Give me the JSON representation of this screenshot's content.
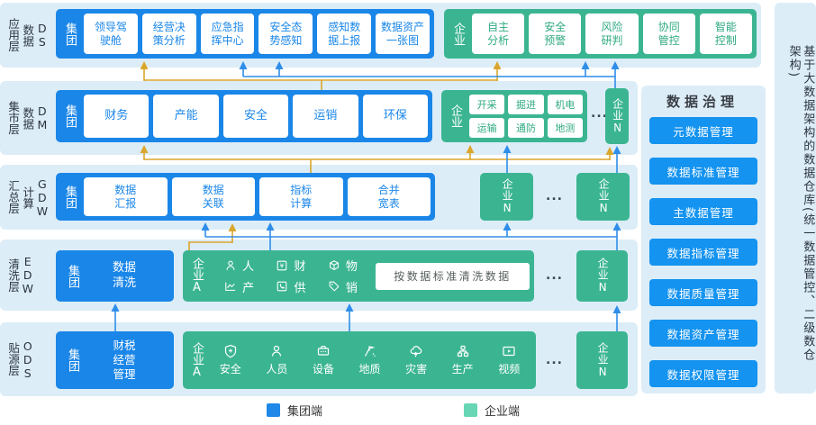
{
  "legend": {
    "group": {
      "label": "集团端",
      "color": "#1f88e8"
    },
    "enterprise": {
      "label": "企业端",
      "color": "#66d6b5"
    }
  },
  "side_note": "基于大数据架构的数据仓库(统一数据管控、二级数仓架构)",
  "governance": {
    "title": "数据治理",
    "buttons": [
      "元数据管理",
      "数据标准管理",
      "主数据管理",
      "数据指标管理",
      "数据质量管理",
      "数据资产管理",
      "数据权限管理"
    ]
  },
  "colors": {
    "group_blue": "#1a86e8",
    "enterprise_green": "#3bb591",
    "band": "#dcedf8",
    "arrow_blue": "#2e8ee9",
    "arrow_yellow": "#dba62c"
  },
  "layers": {
    "ds": {
      "side": [
        "应用层",
        "数据",
        "DS"
      ],
      "group_label": "集团",
      "group_items": [
        "领导驾\n驶舱",
        "经营决\n策分析",
        "应急指\n挥中心",
        "安全态\n势感知",
        "感知数\n据上报",
        "数据资产\n一张图"
      ],
      "ent_label": "企业",
      "ent_items": [
        "自主\n分析",
        "安全\n预警",
        "风险\n研判",
        "协同\n管控",
        "智能\n控制"
      ]
    },
    "dm": {
      "side": [
        "集市层",
        "数据",
        "DM"
      ],
      "group_label": "集团",
      "group_items": [
        "财务",
        "产能",
        "安全",
        "运销",
        "环保"
      ],
      "ent_label": "企业",
      "ent_items": [
        "开采",
        "掘进",
        "机电",
        "运输",
        "通防",
        "地测"
      ],
      "ellipsis": "...",
      "ent_n": "企业N"
    },
    "gdw": {
      "side": [
        "汇总层",
        "计算",
        "GDW"
      ],
      "group_label": "集团",
      "group_items": [
        "数据\n汇报",
        "数据\n关联",
        "指标\n计算",
        "合并\n宽表"
      ],
      "ent_n1": "企业N",
      "ellipsis": "...",
      "ent_n2": "企业N"
    },
    "edw": {
      "side": [
        "清洗层",
        "EDW"
      ],
      "group_label": "集团",
      "group_box": "数据\n清洗",
      "ent_label": "企业A",
      "items": [
        {
          "icon": "person-icon",
          "label": "人"
        },
        {
          "icon": "chart-icon",
          "label": "产"
        },
        {
          "icon": "safe-icon",
          "label": "财"
        },
        {
          "icon": "telephone-icon",
          "label": "供"
        },
        {
          "icon": "cube-icon",
          "label": "物"
        },
        {
          "icon": "tag-icon",
          "label": "销"
        }
      ],
      "note": "按数据标准清洗数据",
      "ellipsis": "...",
      "ent_n": "企业N"
    },
    "ods": {
      "side": [
        "贴源层",
        "ODS"
      ],
      "group_label": "集团",
      "group_box": "财税\n经营\n管理",
      "ent_label": "企业A",
      "items": [
        {
          "icon": "shield-plus-icon",
          "label": "安全"
        },
        {
          "icon": "person-icon",
          "label": "人员"
        },
        {
          "icon": "device-icon",
          "label": "设备"
        },
        {
          "icon": "geology-icon",
          "label": "地质"
        },
        {
          "icon": "disaster-icon",
          "label": "灾害"
        },
        {
          "icon": "production-icon",
          "label": "生产"
        },
        {
          "icon": "video-icon",
          "label": "视频"
        }
      ],
      "ellipsis": "...",
      "ent_n": "企业N"
    }
  }
}
